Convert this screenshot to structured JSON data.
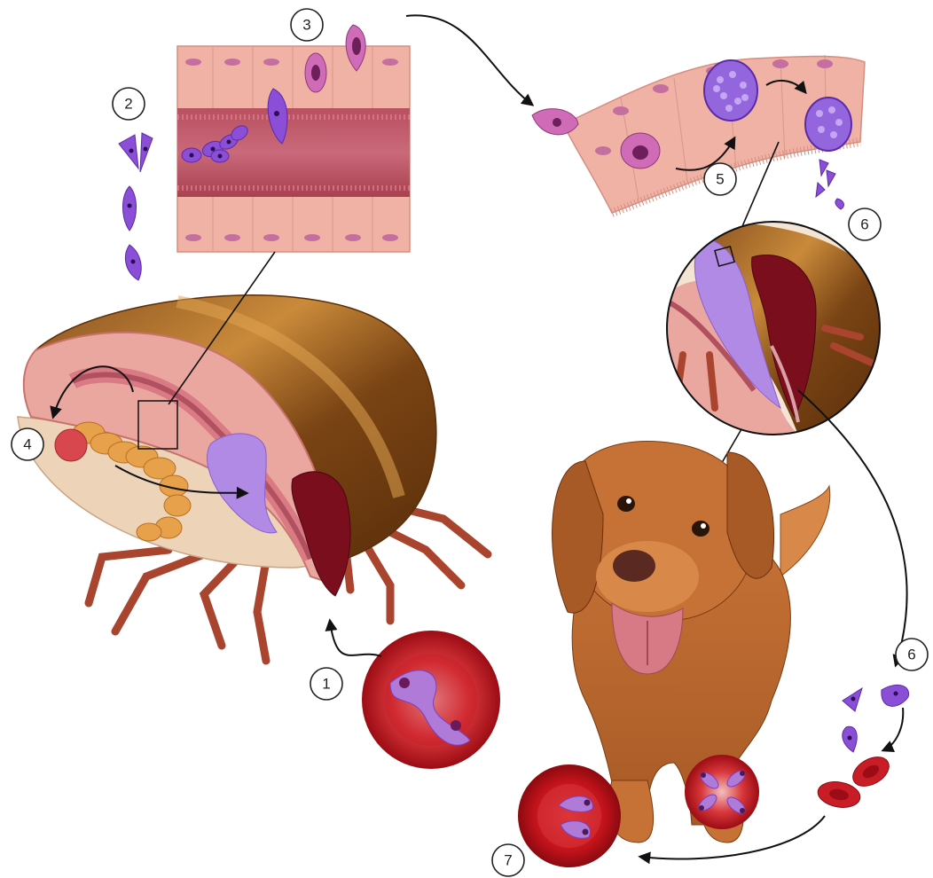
{
  "steps": {
    "s1": "1",
    "s2": "2",
    "s3": "3",
    "s4": "4",
    "s5": "5",
    "s6a": "6",
    "s6b": "6",
    "s7": "7"
  },
  "colors": {
    "tick_shell_dark": "#6e3d12",
    "tick_shell_light": "#c98a3a",
    "tissue_pink": "#eeaa9a",
    "gut_wall": "#e39a8c",
    "parasite_purple": "#8a4fd6",
    "parasite_pink": "#d06bb8",
    "blood_red": "#c8141c",
    "dog_coat": "#b8642e",
    "dog_coat_light": "#d8894a"
  },
  "icons": {
    "tick": "tick-cross-section-illustration",
    "dog": "dog-illustration",
    "rbc": "red-blood-cell-icon",
    "parasite": "sporozoite-icon"
  }
}
